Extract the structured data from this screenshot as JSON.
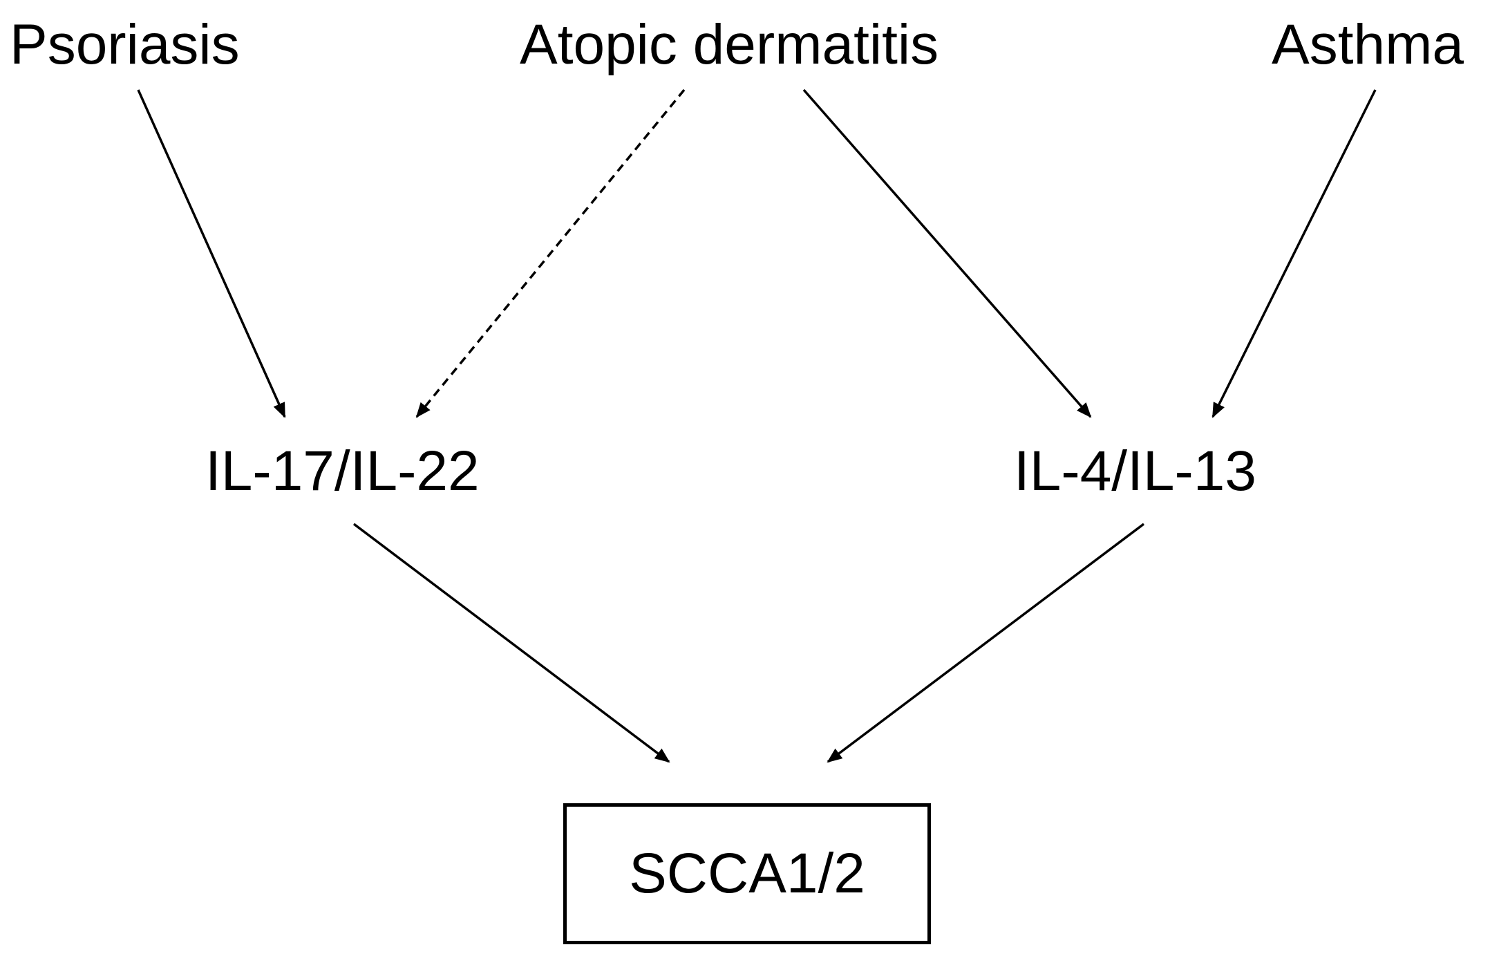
{
  "diagram": {
    "nodes": {
      "psoriasis": "Psoriasis",
      "atopic_dermatitis": "Atopic dermatitis",
      "asthma": "Asthma",
      "il17_il22": "IL-17/IL-22",
      "il4_il13": "IL-4/IL-13",
      "scca": "SCCA1/2"
    },
    "edges": [
      {
        "from": "psoriasis",
        "to": "il17_il22",
        "style": "solid"
      },
      {
        "from": "atopic_dermatitis",
        "to": "il17_il22",
        "style": "dashed"
      },
      {
        "from": "atopic_dermatitis",
        "to": "il4_il13",
        "style": "solid"
      },
      {
        "from": "asthma",
        "to": "il4_il13",
        "style": "solid"
      },
      {
        "from": "il17_il22",
        "to": "scca",
        "style": "solid"
      },
      {
        "from": "il4_il13",
        "to": "scca",
        "style": "solid"
      }
    ],
    "colors": {
      "line": "#000000",
      "background": "#ffffff"
    }
  }
}
